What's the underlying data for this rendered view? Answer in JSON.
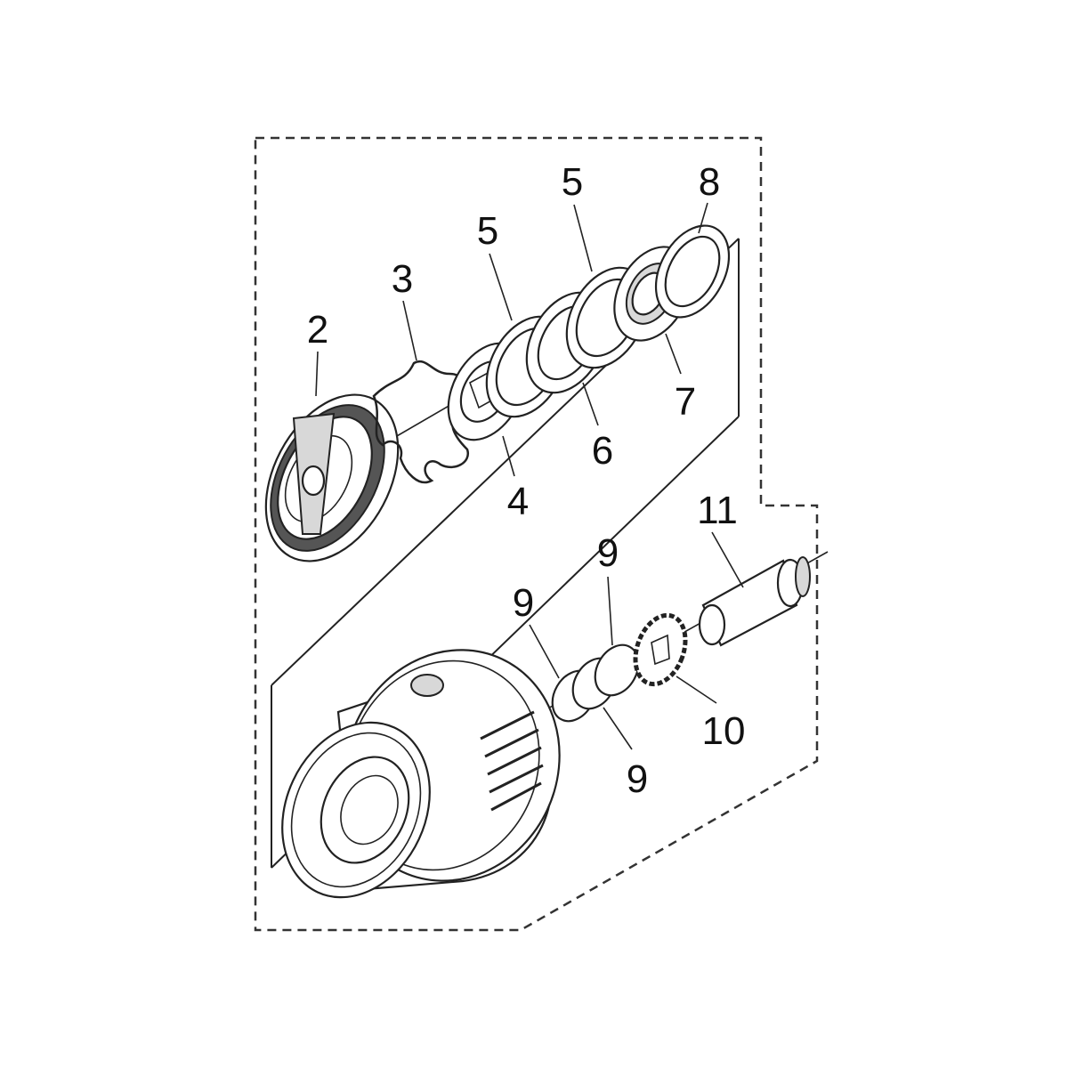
{
  "diagram": {
    "type": "exploded-parts-diagram",
    "callouts": [
      {
        "id": "c2",
        "text": "2"
      },
      {
        "id": "c3",
        "text": "3"
      },
      {
        "id": "c4",
        "text": "4"
      },
      {
        "id": "c5a",
        "text": "5"
      },
      {
        "id": "c5b",
        "text": "5"
      },
      {
        "id": "c6",
        "text": "6"
      },
      {
        "id": "c7",
        "text": "7"
      },
      {
        "id": "c8",
        "text": "8"
      },
      {
        "id": "c9a",
        "text": "9"
      },
      {
        "id": "c9b",
        "text": "9"
      },
      {
        "id": "c9c",
        "text": "9"
      },
      {
        "id": "c10",
        "text": "10"
      },
      {
        "id": "c11",
        "text": "11"
      }
    ]
  }
}
